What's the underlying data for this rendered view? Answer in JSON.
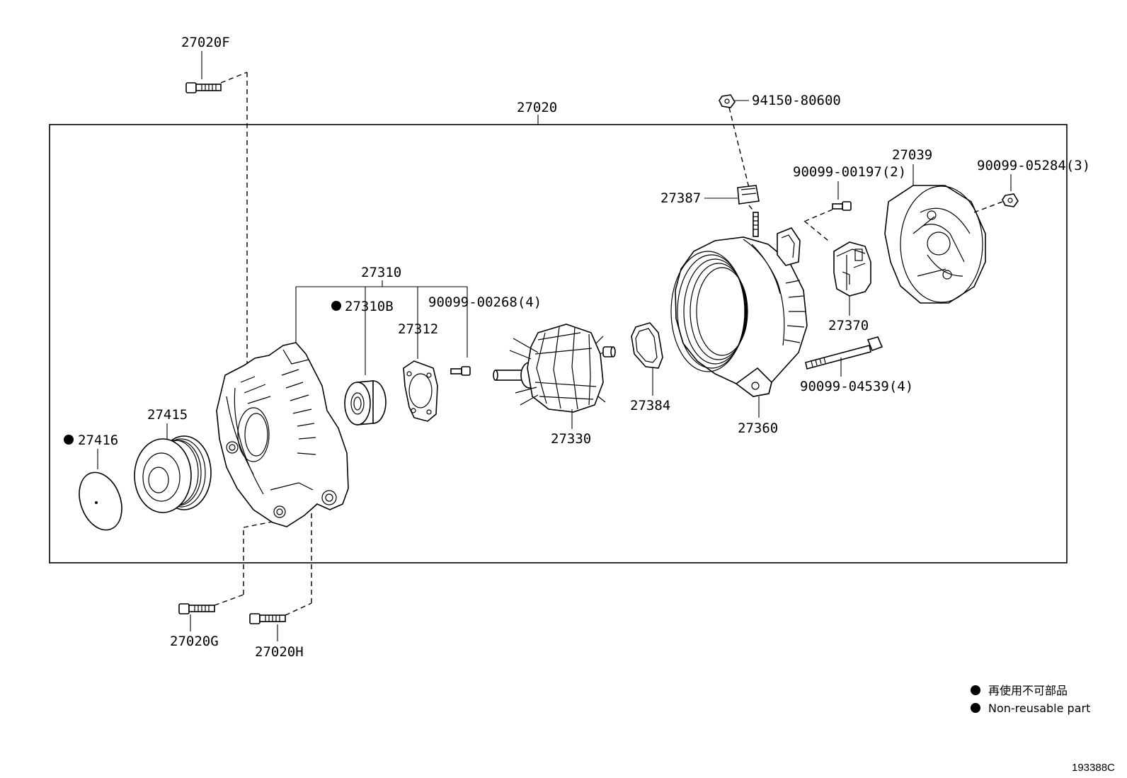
{
  "diagram": {
    "assembly_label": "27020",
    "labels": {
      "p27020F": "27020F",
      "p94150": "94150-80600",
      "p27039": "27039",
      "p90099_00197": "90099-00197(2)",
      "p90099_05284": "90099-05284(3)",
      "p27387": "27387",
      "p27310": "27310",
      "p27310B": "27310B",
      "p90099_00268": "90099-00268(4)",
      "p27312": "27312",
      "p27370": "27370",
      "p90099_04539": "90099-04539(4)",
      "p27416": "27416",
      "p27415": "27415",
      "p27330": "27330",
      "p27384": "27384",
      "p27360": "27360",
      "p27020G": "27020G",
      "p27020H": "27020H"
    },
    "legend": {
      "japanese": "再使用不可部品",
      "english": "Non-reusable part"
    },
    "drawing_code": "193388C"
  }
}
